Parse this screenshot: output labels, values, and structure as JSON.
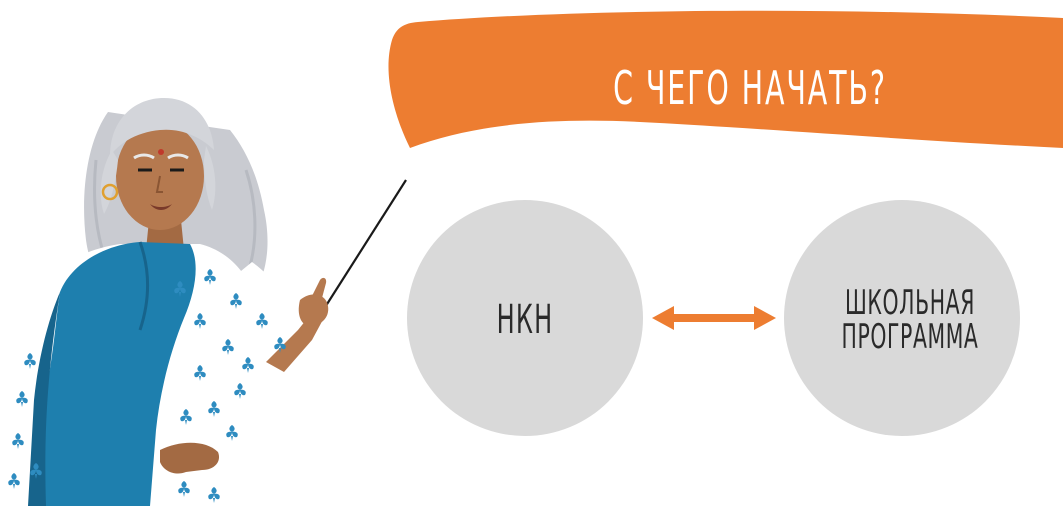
{
  "banner": {
    "title": "С ЧЕГО НАЧАТЬ?",
    "color": "#ED7D31"
  },
  "diagram": {
    "nodes": [
      {
        "id": "left",
        "label": "НКН"
      },
      {
        "id": "right",
        "label": "ШКОЛЬНАЯ\nПРОГРАММА"
      }
    ],
    "connector": {
      "type": "bidirectional-arrow",
      "color": "#ED7D31"
    },
    "node_color": "#D9D9D9"
  },
  "illustration": {
    "subject": "teacher-with-pointer",
    "colors": {
      "hair": "#C9CBD1",
      "skin": "#B5794F",
      "shawl": "#1E7FAE",
      "blouse": "#FFFFFF",
      "pattern": "#2E8CC0"
    }
  }
}
